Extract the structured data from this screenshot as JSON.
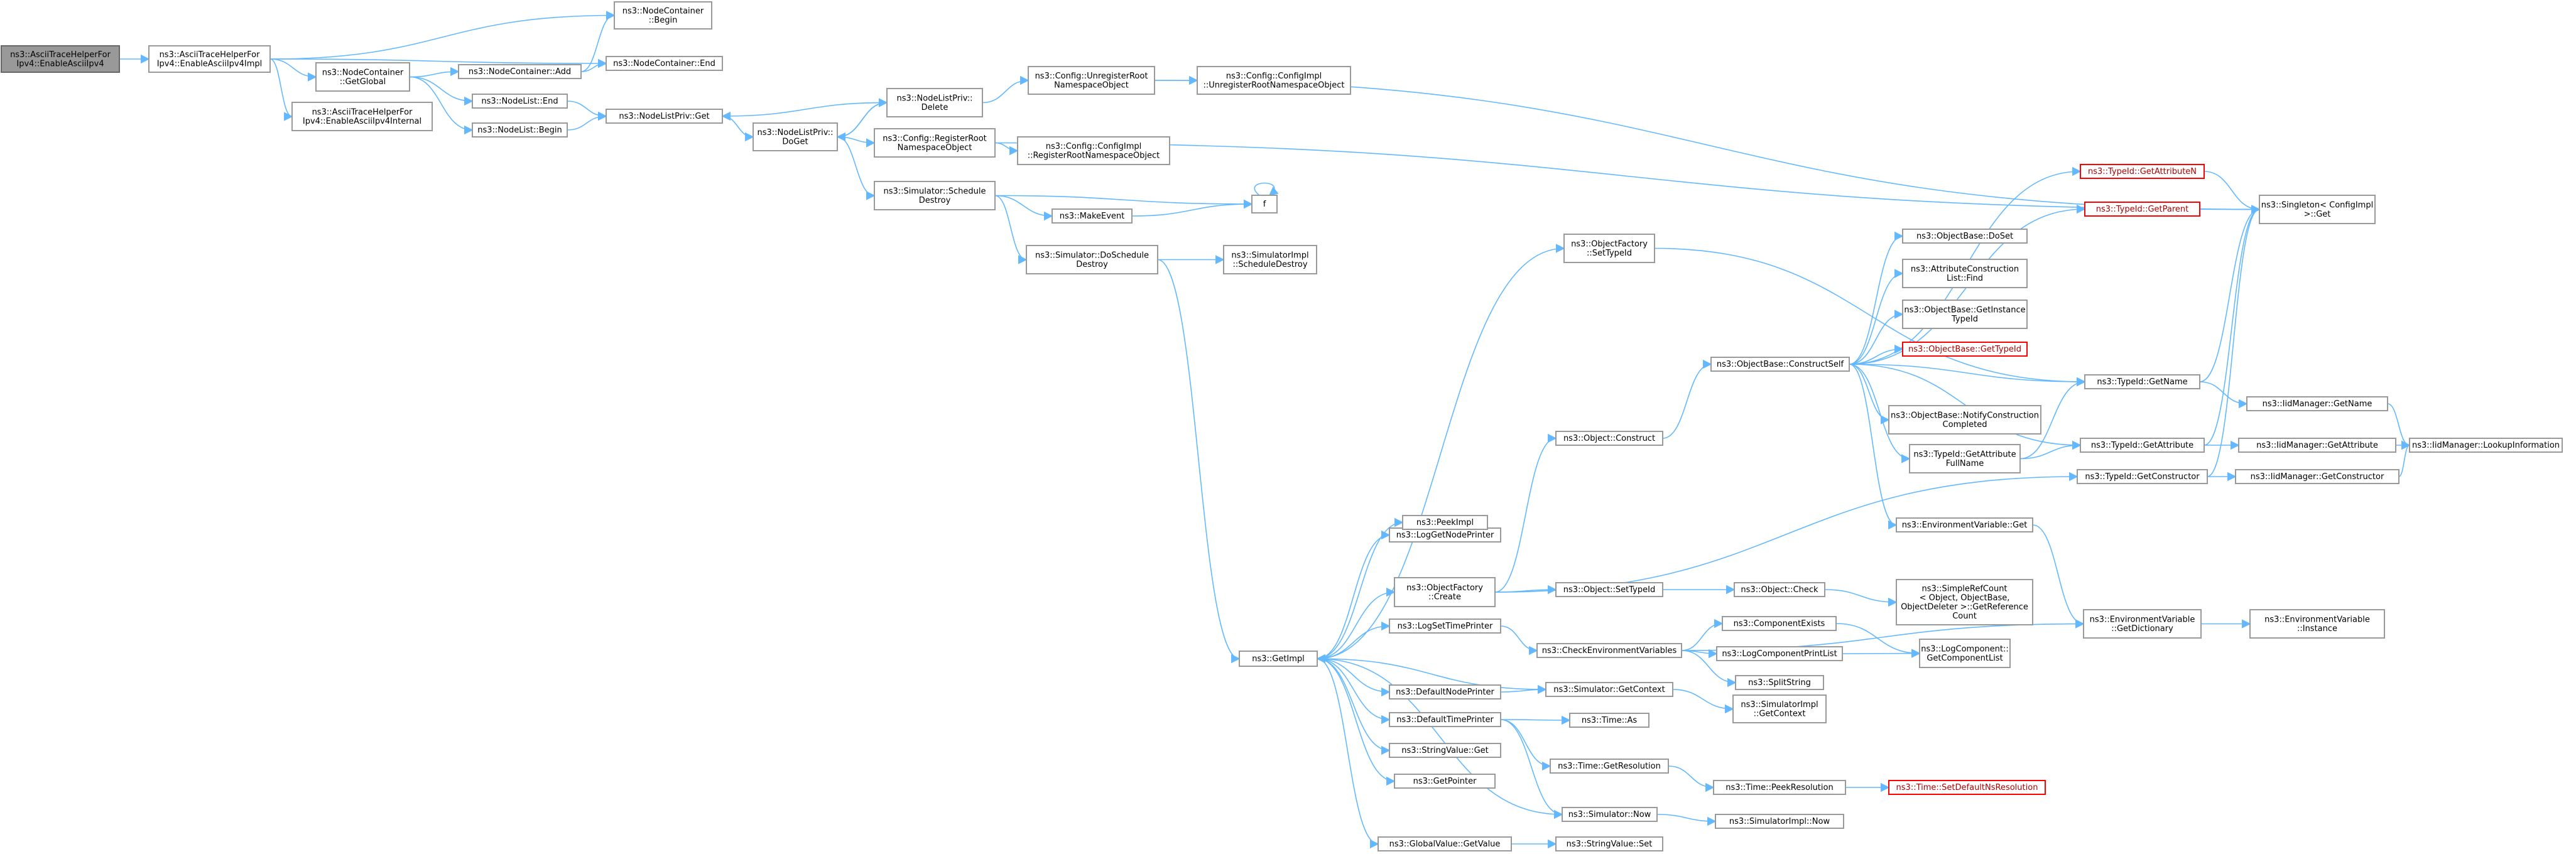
{
  "nodes": [
    {
      "id": "root",
      "lines": [
        "ns3::AsciiTraceHelperFor",
        "Ipv4::EnableAsciiIpv4"
      ],
      "root": true
    },
    {
      "id": "enableImpl",
      "lines": [
        "ns3::AsciiTraceHelperFor",
        "Ipv4::EnableAsciiIpv4Impl"
      ]
    },
    {
      "id": "enableInternal",
      "lines": [
        "ns3::AsciiTraceHelperFor",
        "Ipv4::EnableAsciiIpv4Internal"
      ]
    },
    {
      "id": "ncBegin",
      "lines": [
        "ns3::NodeContainer",
        "::Begin"
      ]
    },
    {
      "id": "ncEnd",
      "lines": [
        "ns3::NodeContainer::End"
      ]
    },
    {
      "id": "ncGetGlobal",
      "lines": [
        "ns3::NodeContainer",
        "::GetGlobal"
      ]
    },
    {
      "id": "ncAdd",
      "lines": [
        "ns3::NodeContainer::Add"
      ]
    },
    {
      "id": "nlEnd",
      "lines": [
        "ns3::NodeList::End"
      ]
    },
    {
      "id": "nlBegin",
      "lines": [
        "ns3::NodeList::Begin"
      ]
    },
    {
      "id": "nlpGet",
      "lines": [
        "ns3::NodeListPriv::Get"
      ]
    },
    {
      "id": "nlpDoGet",
      "lines": [
        "ns3::NodeListPriv::",
        "DoGet"
      ]
    },
    {
      "id": "nlpDelete",
      "lines": [
        "ns3::NodeListPriv::",
        "Delete"
      ]
    },
    {
      "id": "cfgUnreg",
      "lines": [
        "ns3::Config::UnregisterRoot",
        "NamespaceObject"
      ]
    },
    {
      "id": "cfgImplUnreg",
      "lines": [
        "ns3::Config::ConfigImpl",
        "::UnregisterRootNamespaceObject"
      ]
    },
    {
      "id": "cfgReg",
      "lines": [
        "ns3::Config::RegisterRoot",
        "NamespaceObject"
      ]
    },
    {
      "id": "cfgImplReg",
      "lines": [
        "ns3::Config::ConfigImpl",
        "::RegisterRootNamespaceObject"
      ]
    },
    {
      "id": "simSchedDestroy",
      "lines": [
        "ns3::Simulator::Schedule",
        "Destroy"
      ]
    },
    {
      "id": "makeEvent",
      "lines": [
        "ns3::MakeEvent"
      ]
    },
    {
      "id": "fnode",
      "lines": [
        "f"
      ]
    },
    {
      "id": "simDoSched",
      "lines": [
        "ns3::Simulator::DoSchedule",
        "Destroy"
      ]
    },
    {
      "id": "simImplSched",
      "lines": [
        "ns3::SimulatorImpl",
        "::ScheduleDestroy"
      ]
    },
    {
      "id": "getImpl",
      "lines": [
        "ns3::GetImpl"
      ]
    },
    {
      "id": "logNodePrinter",
      "lines": [
        "ns3::LogGetNodePrinter"
      ]
    },
    {
      "id": "peekImpl",
      "lines": [
        "ns3::PeekImpl"
      ]
    },
    {
      "id": "ofCreate",
      "lines": [
        "ns3::ObjectFactory",
        "::Create"
      ]
    },
    {
      "id": "logTimePrinter",
      "lines": [
        "ns3::LogSetTimePrinter"
      ]
    },
    {
      "id": "defNodePrinter",
      "lines": [
        "ns3::DefaultNodePrinter"
      ]
    },
    {
      "id": "defTimePrinter",
      "lines": [
        "ns3::DefaultTimePrinter"
      ]
    },
    {
      "id": "strValGet",
      "lines": [
        "ns3::StringValue::Get"
      ]
    },
    {
      "id": "getPointer",
      "lines": [
        "ns3::GetPointer"
      ]
    },
    {
      "id": "gvGetValue",
      "lines": [
        "ns3::GlobalValue::GetValue"
      ]
    },
    {
      "id": "ofSetTypeId",
      "lines": [
        "ns3::ObjectFactory",
        "::SetTypeId"
      ]
    },
    {
      "id": "objConstruct",
      "lines": [
        "ns3::Object::Construct"
      ]
    },
    {
      "id": "objSetTypeId",
      "lines": [
        "ns3::Object::SetTypeId"
      ]
    },
    {
      "id": "checkEnv",
      "lines": [
        "ns3::CheckEnvironmentVariables"
      ]
    },
    {
      "id": "simGetContext",
      "lines": [
        "ns3::Simulator::GetContext"
      ]
    },
    {
      "id": "timeAs",
      "lines": [
        "ns3::Time::As"
      ]
    },
    {
      "id": "timeGetRes",
      "lines": [
        "ns3::Time::GetResolution"
      ]
    },
    {
      "id": "simNow",
      "lines": [
        "ns3::Simulator::Now"
      ]
    },
    {
      "id": "strValSet",
      "lines": [
        "ns3::StringValue::Set"
      ]
    },
    {
      "id": "obConstructSelf",
      "lines": [
        "ns3::ObjectBase::ConstructSelf"
      ]
    },
    {
      "id": "objCheck",
      "lines": [
        "ns3::Object::Check"
      ]
    },
    {
      "id": "compExists",
      "lines": [
        "ns3::ComponentExists"
      ]
    },
    {
      "id": "logCompPrint",
      "lines": [
        "ns3::LogComponentPrintList"
      ]
    },
    {
      "id": "splitString",
      "lines": [
        "ns3::SplitString"
      ]
    },
    {
      "id": "simImplCtx",
      "lines": [
        "ns3::SimulatorImpl",
        "::GetContext"
      ]
    },
    {
      "id": "timePeekRes",
      "lines": [
        "ns3::Time::PeekResolution"
      ]
    },
    {
      "id": "simImplNow",
      "lines": [
        "ns3::SimulatorImpl::Now"
      ]
    },
    {
      "id": "timeSetDefault",
      "lines": [
        "ns3::Time::SetDefaultNsResolution"
      ],
      "red": true
    },
    {
      "id": "obDoSet",
      "lines": [
        "ns3::ObjectBase::DoSet"
      ]
    },
    {
      "id": "attrFind",
      "lines": [
        "ns3::AttributeConstruction",
        "List::Find"
      ]
    },
    {
      "id": "obGetInstance",
      "lines": [
        "ns3::ObjectBase::GetInstance",
        "TypeId"
      ]
    },
    {
      "id": "obGetTypeId",
      "lines": [
        "ns3::ObjectBase::GetTypeId"
      ],
      "red": true
    },
    {
      "id": "obNotify",
      "lines": [
        "ns3::ObjectBase::NotifyConstruction",
        "Completed"
      ]
    },
    {
      "id": "tidGetAttrFull",
      "lines": [
        "ns3::TypeId::GetAttribute",
        "FullName"
      ]
    },
    {
      "id": "envGet",
      "lines": [
        "ns3::EnvironmentVariable::Get"
      ]
    },
    {
      "id": "simpleRef",
      "lines": [
        "ns3::SimpleRefCount",
        "< Object, ObjectBase,",
        "ObjectDeleter >::GetReference",
        "Count"
      ]
    },
    {
      "id": "logCompGetList",
      "lines": [
        "ns3::LogComponent::",
        "GetComponentList"
      ]
    },
    {
      "id": "tidGetAttrN",
      "lines": [
        "ns3::TypeId::GetAttributeN"
      ],
      "red": true
    },
    {
      "id": "tidGetParent",
      "lines": [
        "ns3::TypeId::GetParent"
      ],
      "red": true
    },
    {
      "id": "tidGetName",
      "lines": [
        "ns3::TypeId::GetName"
      ]
    },
    {
      "id": "tidGetAttr",
      "lines": [
        "ns3::TypeId::GetAttribute"
      ]
    },
    {
      "id": "tidGetCtor",
      "lines": [
        "ns3::TypeId::GetConstructor"
      ]
    },
    {
      "id": "envGetDict",
      "lines": [
        "ns3::EnvironmentVariable",
        "::GetDictionary"
      ]
    },
    {
      "id": "singleton",
      "lines": [
        "ns3::Singleton< ConfigImpl",
        ">::Get"
      ]
    },
    {
      "id": "iidGetName",
      "lines": [
        "ns3::IidManager::GetName"
      ]
    },
    {
      "id": "iidGetAttr",
      "lines": [
        "ns3::IidManager::GetAttribute"
      ]
    },
    {
      "id": "iidGetCtor",
      "lines": [
        "ns3::IidManager::GetConstructor"
      ]
    },
    {
      "id": "iidLookup",
      "lines": [
        "ns3::IidManager::LookupInformation"
      ]
    },
    {
      "id": "envInstance",
      "lines": [
        "ns3::EnvironmentVariable",
        "::Instance"
      ]
    }
  ],
  "edges": [
    [
      "root",
      "enableImpl"
    ],
    [
      "enableImpl",
      "ncBegin"
    ],
    [
      "enableImpl",
      "ncEnd"
    ],
    [
      "enableImpl",
      "ncGetGlobal"
    ],
    [
      "enableImpl",
      "enableInternal"
    ],
    [
      "ncGetGlobal",
      "ncAdd"
    ],
    [
      "ncGetGlobal",
      "nlEnd"
    ],
    [
      "ncGetGlobal",
      "nlBegin"
    ],
    [
      "ncAdd",
      "ncBegin"
    ],
    [
      "ncAdd",
      "ncEnd"
    ],
    [
      "nlEnd",
      "nlpGet"
    ],
    [
      "nlBegin",
      "nlpGet"
    ],
    [
      "nlpGet",
      "nlpDoGet"
    ],
    [
      "nlpDoGet",
      "nlpDelete"
    ],
    [
      "nlpDoGet",
      "cfgReg"
    ],
    [
      "nlpDoGet",
      "simSchedDestroy"
    ],
    [
      "nlpDelete",
      "nlpGet"
    ],
    [
      "nlpDelete",
      "nlpDoGet"
    ],
    [
      "nlpDelete",
      "cfgUnreg"
    ],
    [
      "cfgUnreg",
      "cfgImplUnreg"
    ],
    [
      "cfgUnreg",
      "singleton"
    ],
    [
      "cfgReg",
      "cfgImplReg"
    ],
    [
      "cfgReg",
      "singleton"
    ],
    [
      "simSchedDestroy",
      "fnode"
    ],
    [
      "simSchedDestroy",
      "makeEvent"
    ],
    [
      "simSchedDestroy",
      "simDoSched"
    ],
    [
      "makeEvent",
      "fnode"
    ],
    [
      "fnode",
      "fnode"
    ],
    [
      "simDoSched",
      "simImplSched"
    ],
    [
      "simDoSched",
      "getImpl"
    ],
    [
      "getImpl",
      "logNodePrinter"
    ],
    [
      "getImpl",
      "peekImpl"
    ],
    [
      "getImpl",
      "ofCreate"
    ],
    [
      "getImpl",
      "logTimePrinter"
    ],
    [
      "getImpl",
      "defNodePrinter"
    ],
    [
      "getImpl",
      "defTimePrinter"
    ],
    [
      "getImpl",
      "strValGet"
    ],
    [
      "getImpl",
      "getPointer"
    ],
    [
      "getImpl",
      "gvGetValue"
    ],
    [
      "getImpl",
      "ofSetTypeId"
    ],
    [
      "ofCreate",
      "objConstruct"
    ],
    [
      "ofCreate",
      "objSetTypeId"
    ],
    [
      "ofCreate",
      "tidGetCtor"
    ],
    [
      "logTimePrinter",
      "checkEnv"
    ],
    [
      "defNodePrinter",
      "simGetContext"
    ],
    [
      "defTimePrinter",
      "timeAs"
    ],
    [
      "defTimePrinter",
      "timeGetRes"
    ],
    [
      "defTimePrinter",
      "simNow"
    ],
    [
      "gvGetValue",
      "strValSet"
    ],
    [
      "ofSetTypeId",
      "tidGetName"
    ],
    [
      "objConstruct",
      "obConstructSelf"
    ],
    [
      "objSetTypeId",
      "objCheck"
    ],
    [
      "checkEnv",
      "compExists"
    ],
    [
      "checkEnv",
      "logCompPrint"
    ],
    [
      "checkEnv",
      "splitString"
    ],
    [
      "checkEnv",
      "envGetDict"
    ],
    [
      "simGetContext",
      "getImpl"
    ],
    [
      "simGetContext",
      "simImplCtx"
    ],
    [
      "timeGetRes",
      "timePeekRes"
    ],
    [
      "simNow",
      "getImpl"
    ],
    [
      "simNow",
      "simImplNow"
    ],
    [
      "timePeekRes",
      "timeSetDefault"
    ],
    [
      "objCheck",
      "simpleRef"
    ],
    [
      "compExists",
      "logCompGetList"
    ],
    [
      "logCompPrint",
      "logCompGetList"
    ],
    [
      "obConstructSelf",
      "obDoSet"
    ],
    [
      "obConstructSelf",
      "attrFind"
    ],
    [
      "obConstructSelf",
      "obGetInstance"
    ],
    [
      "obConstructSelf",
      "obGetTypeId"
    ],
    [
      "obConstructSelf",
      "obNotify"
    ],
    [
      "obConstructSelf",
      "tidGetAttrFull"
    ],
    [
      "obConstructSelf",
      "envGet"
    ],
    [
      "obConstructSelf",
      "tidGetAttrN"
    ],
    [
      "obConstructSelf",
      "tidGetParent"
    ],
    [
      "obConstructSelf",
      "tidGetName"
    ],
    [
      "obConstructSelf",
      "tidGetAttr"
    ],
    [
      "tidGetAttrFull",
      "tidGetName"
    ],
    [
      "tidGetAttrFull",
      "tidGetAttr"
    ],
    [
      "envGet",
      "envGetDict"
    ],
    [
      "tidGetAttrN",
      "singleton"
    ],
    [
      "tidGetParent",
      "singleton"
    ],
    [
      "tidGetName",
      "iidGetName"
    ],
    [
      "tidGetName",
      "singleton"
    ],
    [
      "tidGetAttr",
      "iidGetAttr"
    ],
    [
      "tidGetAttr",
      "singleton"
    ],
    [
      "tidGetCtor",
      "iidGetCtor"
    ],
    [
      "tidGetCtor",
      "singleton"
    ],
    [
      "envGetDict",
      "envInstance"
    ],
    [
      "iidGetName",
      "iidLookup"
    ],
    [
      "iidGetAttr",
      "iidLookup"
    ],
    [
      "iidGetCtor",
      "iidLookup"
    ]
  ]
}
